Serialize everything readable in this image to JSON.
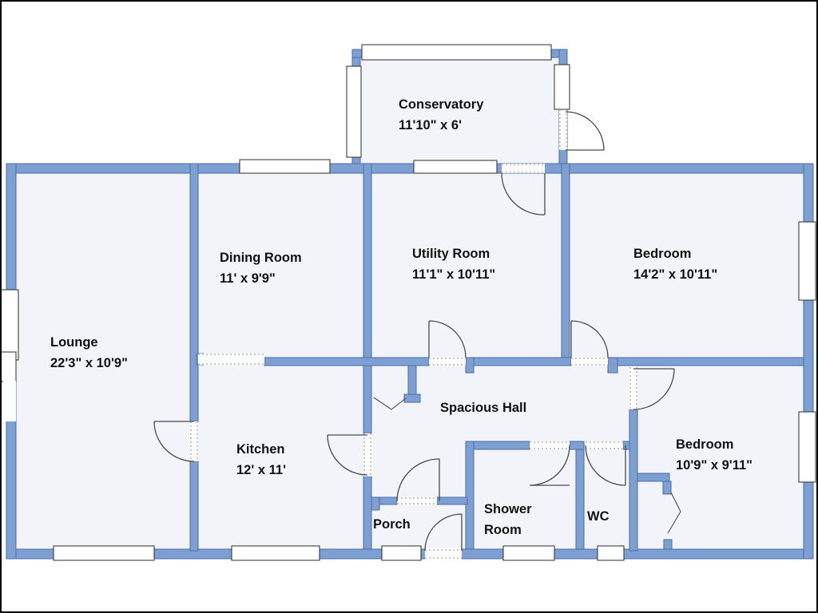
{
  "rooms": [
    {
      "id": "conservatory",
      "name": "Conservatory",
      "dims": "11'10\" x 6'"
    },
    {
      "id": "dining-room",
      "name": "Dining Room",
      "dims": "11' x 9'9\""
    },
    {
      "id": "utility-room",
      "name": "Utility Room",
      "dims": "11'1\" x 10'11\""
    },
    {
      "id": "bedroom-1",
      "name": "Bedroom",
      "dims": "14'2\" x 10'11\""
    },
    {
      "id": "lounge",
      "name": "Lounge",
      "dims": "22'3\" x 10'9\""
    },
    {
      "id": "kitchen",
      "name": "Kitchen",
      "dims": "12' x 11'"
    },
    {
      "id": "hall",
      "name": "Spacious Hall",
      "dims": ""
    },
    {
      "id": "porch",
      "name": "Porch",
      "dims": ""
    },
    {
      "id": "shower-room",
      "name": "Shower Room",
      "dims": ""
    },
    {
      "id": "wc",
      "name": "WC",
      "dims": ""
    },
    {
      "id": "bedroom-2",
      "name": "Bedroom",
      "dims": "10'9\" x 9'11\""
    }
  ],
  "colors": {
    "wall_fill": "#7d9fd2",
    "wall_stroke": "#4a6da8",
    "floor_fill": "#f3f4fa",
    "window_fill": "#ffffff",
    "door_line": "#4a4a4a",
    "label_text": "#111111"
  }
}
